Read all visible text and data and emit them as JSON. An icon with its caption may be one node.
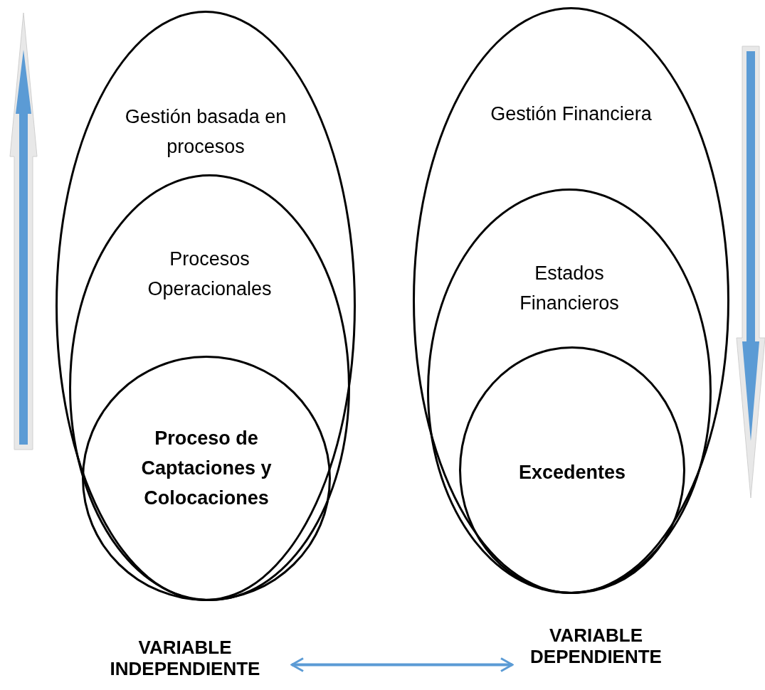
{
  "diagram": {
    "nodes": [
      {
        "text": [
          "Gestión basada en procesos"
        ]
      },
      {
        "text": [
          "Procesos Operacionales"
        ],
        "in": 0
      },
      {
        "text": [
          "Proceso de Captaciones y Colocaciones"
        ],
        "in": 1
      },
      {
        "text": [
          "Gestión Financiera"
        ]
      },
      {
        "text": [
          "Estados Financieros"
        ],
        "in": 3
      },
      {
        "text": [
          "Excedentes"
        ],
        "in": 4
      },
      {
        "text": [
          "VARIABLE INDEPENDIENTE"
        ]
      },
      {
        "text": [
          "VARIABLE DEPENDIENTE"
        ]
      }
    ],
    "edges": [
      {
        "from": 6,
        "to": 7,
        "arrow": "both"
      }
    ]
  }
}
